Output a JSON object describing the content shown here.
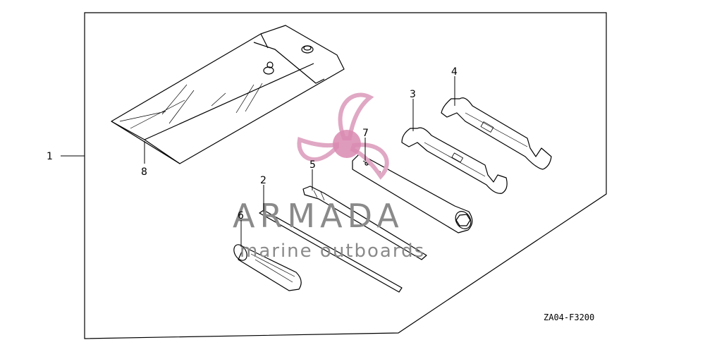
{
  "callouts": {
    "c1": "1",
    "c2": "2",
    "c3": "3",
    "c4": "4",
    "c5": "5",
    "c6": "6",
    "c7": "7",
    "c8": "8"
  },
  "drawing_code": "ZA04-F3200",
  "watermark": {
    "title": "ARMADA",
    "subtitle": "marine outboards",
    "text_color": "#8a8a8a",
    "logo_color": "#e0a8c4",
    "logo_dot_color": "#d98ab0"
  },
  "line_color": "#000000"
}
